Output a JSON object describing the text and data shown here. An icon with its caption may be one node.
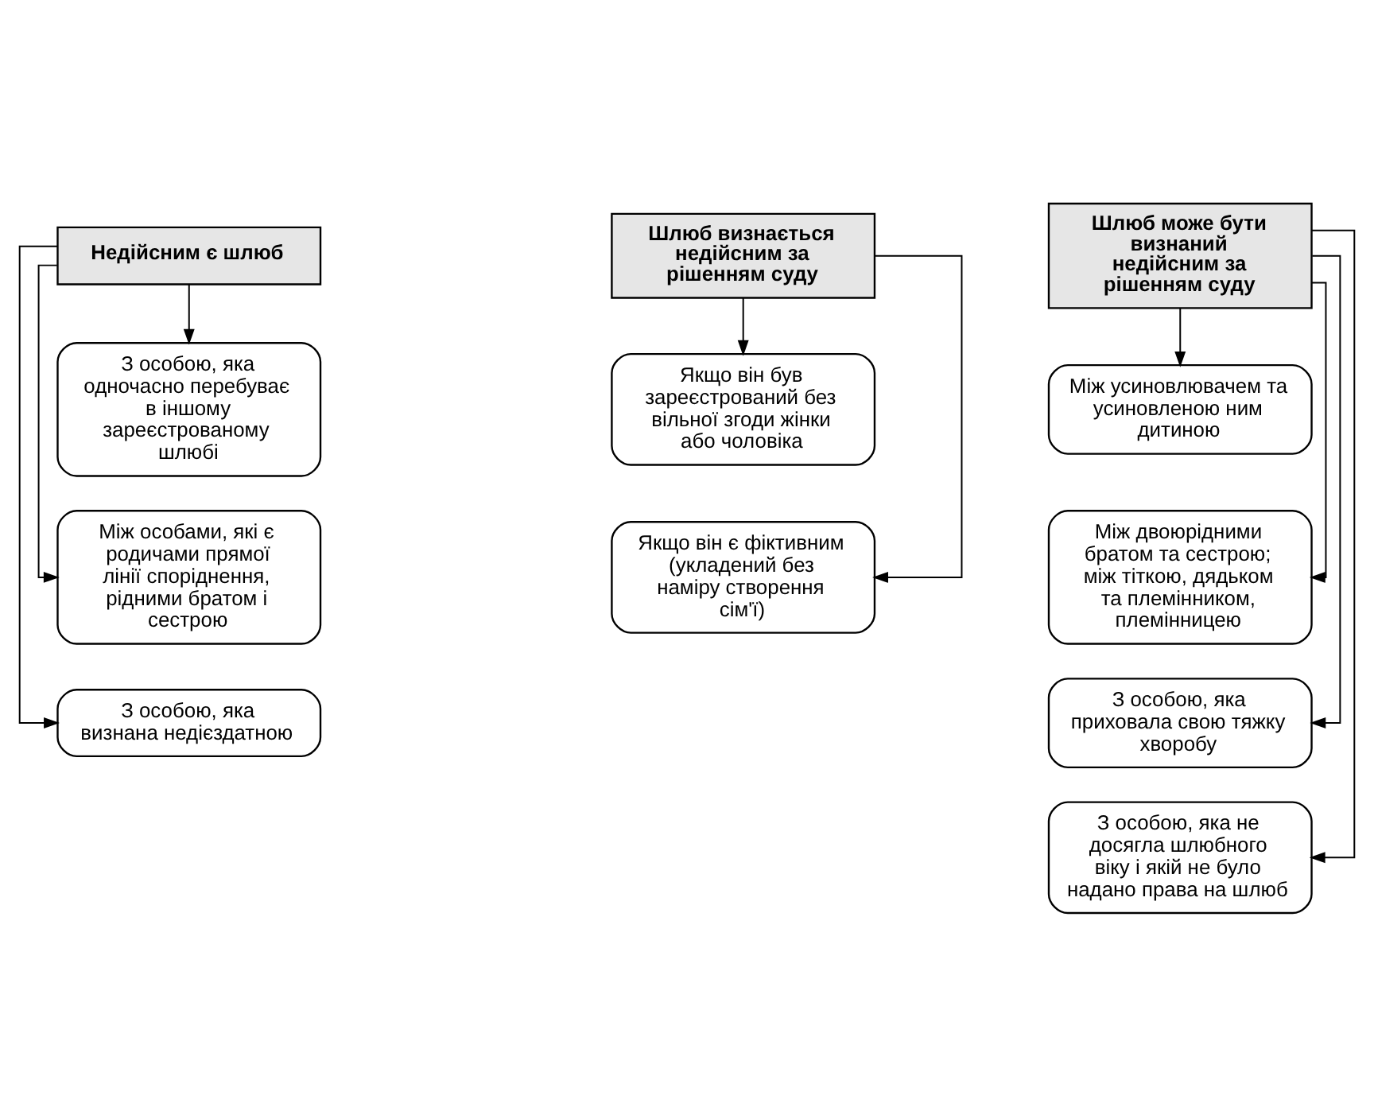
{
  "diagram": {
    "nodes": [
      {
        "text": [
          "Недійсним є шлюб"
        ]
      },
      {
        "text": [
          "З особою, яка одночасно перебуває в іншому зареєстрованому шлюбі"
        ]
      },
      {
        "text": [
          "Між особами, які є родичами прямої лінії споріднення, рідними братом і сестрою"
        ]
      },
      {
        "text": [
          "З особою, яка визнана недієздатною"
        ]
      },
      {
        "text": [
          "Шлюб визнається недійсним за рішенням суду"
        ]
      },
      {
        "text": [
          "Якщо він був зареєстрований без вільної згоди жінки або чоловіка"
        ]
      },
      {
        "text": [
          "Якщо він є фіктивним (укладений без наміру створення сім'ї)"
        ]
      },
      {
        "text": [
          "Шлюб може бути визнаний недійсним за рішенням суду"
        ]
      },
      {
        "text": [
          "Між усиновлювачем та усиновленою ним дитиною"
        ]
      },
      {
        "text": [
          "Між двоюрідними братом та сестрою; між тіткою, дядьком та племінником, племінницею"
        ]
      },
      {
        "text": [
          "З особою, яка приховала свою тяжку хворобу"
        ]
      },
      {
        "text": [
          "З особою, яка не досягла шлюбного віку і якій не було надано права на шлюб"
        ]
      }
    ],
    "edges": [
      {
        "from": 0,
        "to": 1,
        "arrow": "to"
      },
      {
        "from": 0,
        "to": 2,
        "arrow": "to"
      },
      {
        "from": 0,
        "to": 3,
        "arrow": "to"
      },
      {
        "from": 4,
        "to": 5,
        "arrow": "to"
      },
      {
        "from": 4,
        "to": 6,
        "arrow": "to"
      },
      {
        "from": 7,
        "to": 8,
        "arrow": "to"
      },
      {
        "from": 7,
        "to": 9,
        "arrow": "to"
      },
      {
        "from": 7,
        "to": 10,
        "arrow": "to"
      },
      {
        "from": 7,
        "to": 11,
        "arrow": "to"
      }
    ]
  }
}
